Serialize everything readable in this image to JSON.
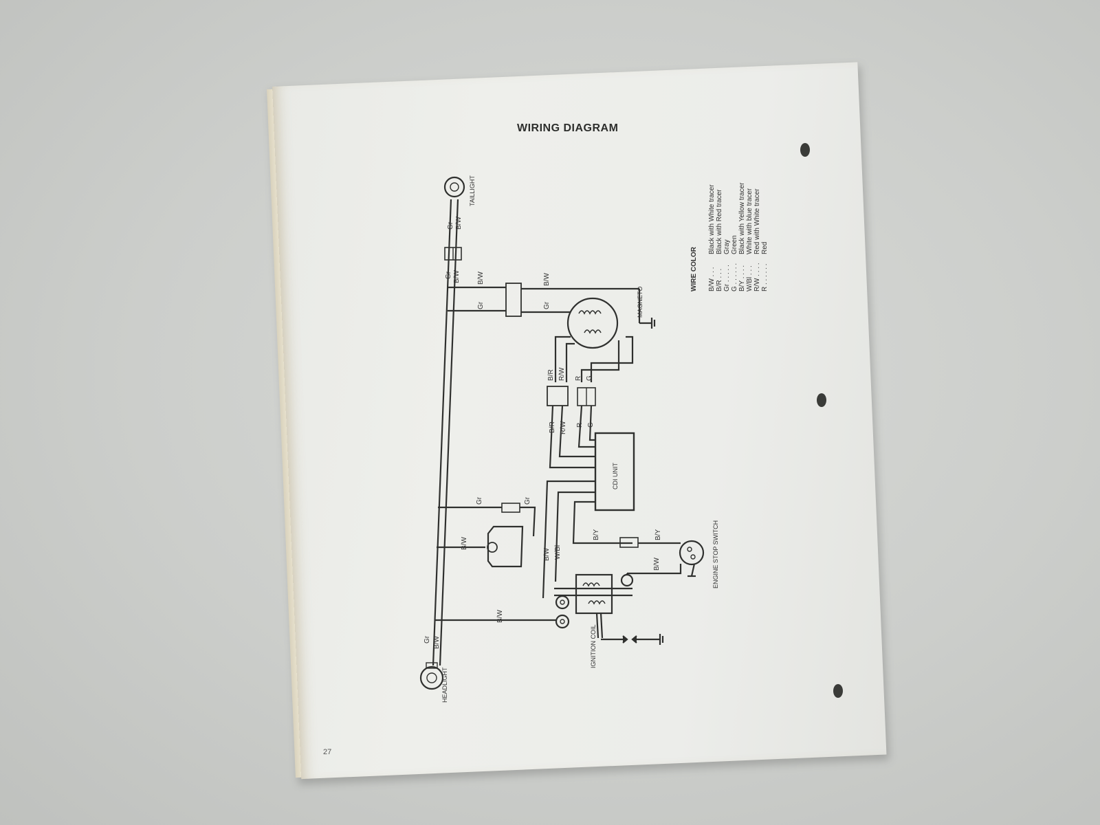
{
  "title": "WIRING DIAGRAM",
  "page_number": "27",
  "legend": {
    "heading": "WIRE COLOR",
    "entries": [
      {
        "code": "B/W . . .",
        "desc": "Black with White tracer"
      },
      {
        "code": "B/R . . .",
        "desc": "Black with Red tracer"
      },
      {
        "code": "Gr . . . . .",
        "desc": "Gray"
      },
      {
        "code": "G . . . . . .",
        "desc": "Green"
      },
      {
        "code": "B/Y . . . .",
        "desc": "Black with Yellow tracer"
      },
      {
        "code": "W/Bl . . .",
        "desc": "White with blue tracer"
      },
      {
        "code": "R/W . . . .",
        "desc": "Red with White tracer"
      },
      {
        "code": "R . . . . . .",
        "desc": "Red"
      }
    ]
  },
  "components": {
    "taillight": "TAILLIGHT",
    "magneto": "MAGNETO",
    "cdi_unit": "CDI UNIT",
    "engine_stop_switch": "ENGINE STOP SWITCH",
    "ignition_coil": "IGNITION COIL",
    "headlight": "HEADLIGHT"
  },
  "wire_labels": {
    "gr": "Gr",
    "bw": "B/W",
    "br": "B/R",
    "rw": "R/W",
    "r": "R",
    "g": "G",
    "by": "B/Y",
    "wbl": "W/Bl"
  }
}
